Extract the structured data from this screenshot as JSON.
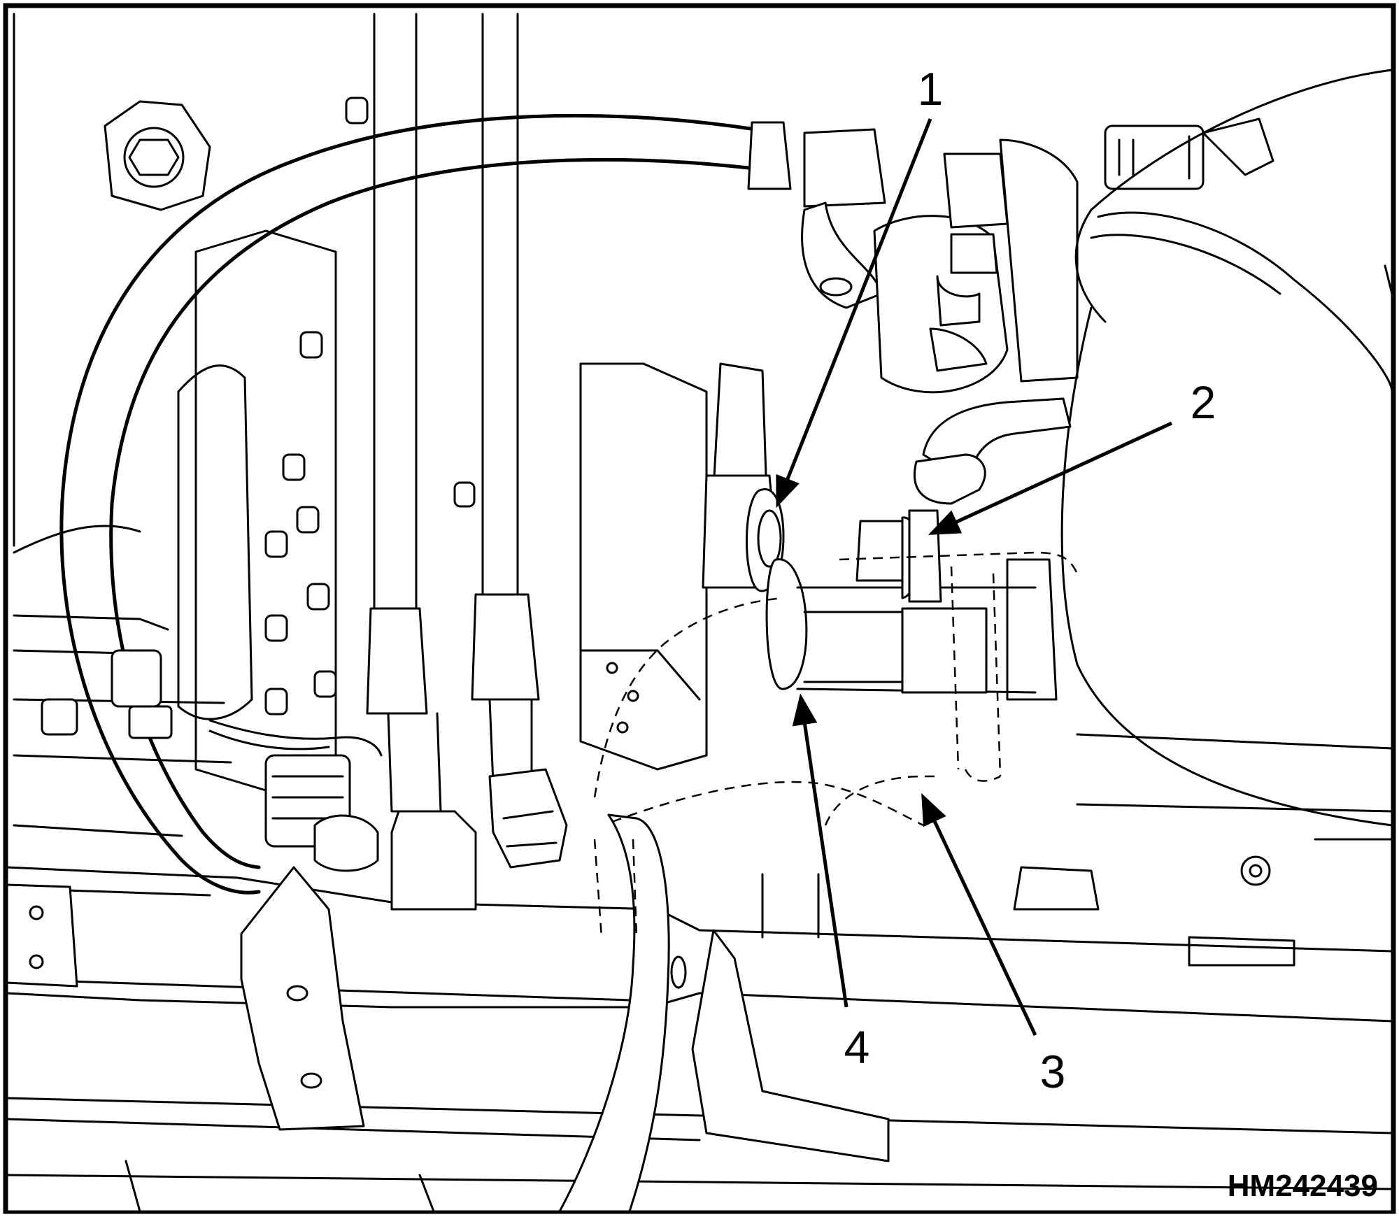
{
  "figure": {
    "id_code": "HM242439"
  },
  "callouts": [
    {
      "label": "1"
    },
    {
      "label": "2"
    },
    {
      "label": "3"
    },
    {
      "label": "4"
    }
  ],
  "colors": {
    "line": "#000000",
    "background": "#ffffff",
    "frame": "#000000"
  }
}
